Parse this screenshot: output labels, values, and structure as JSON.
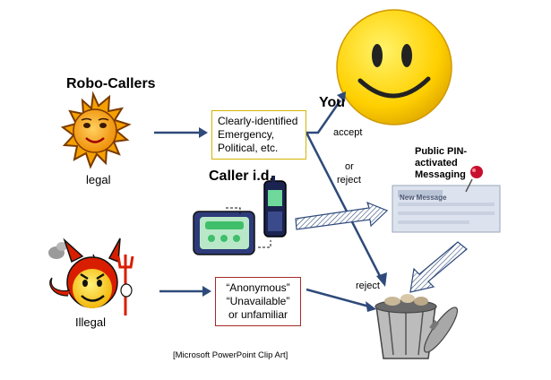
{
  "robo_callers": {
    "title": "Robo-Callers",
    "legal_label": "legal",
    "illegal_label": "Illegal"
  },
  "box_legit": {
    "line1": "Clearly-identified",
    "line2": "Emergency,",
    "line3": "Political, etc."
  },
  "box_unknown": {
    "line1": "“Anonymous”",
    "line2": "“Unavailable”",
    "line3": "or unfamiliar"
  },
  "caller_id": {
    "title": "Caller i.d."
  },
  "you": {
    "label": "You"
  },
  "decisions": {
    "accept": "accept",
    "or": "or",
    "reject_mid": "reject",
    "reject_bottom": "reject"
  },
  "messaging": {
    "line1": "Public PIN-",
    "line2": "activated",
    "line3": "Messaging",
    "screen_text": "New Message"
  },
  "caption": {
    "text": "[Microsoft PowerPoint Clip Art]"
  },
  "colors": {
    "arrow": "#2e4a7a",
    "sun": "#f5a000",
    "smiley": "#ffd000",
    "devil": "#d91e00",
    "pin": "#c8102e"
  }
}
